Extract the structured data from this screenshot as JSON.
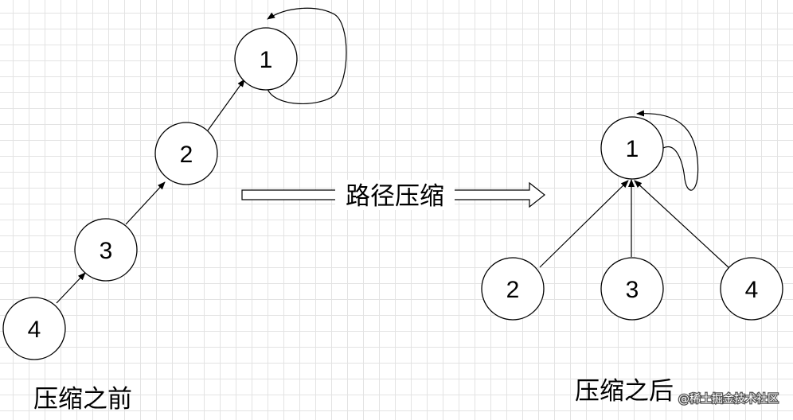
{
  "before": {
    "caption": "压缩之前",
    "nodes": [
      "1",
      "2",
      "3",
      "4"
    ]
  },
  "transform": {
    "label": "路径压缩"
  },
  "after": {
    "caption": "压缩之后",
    "root": "1",
    "children": [
      "2",
      "3",
      "4"
    ]
  },
  "watermark": "@稀土掘金技术社区"
}
